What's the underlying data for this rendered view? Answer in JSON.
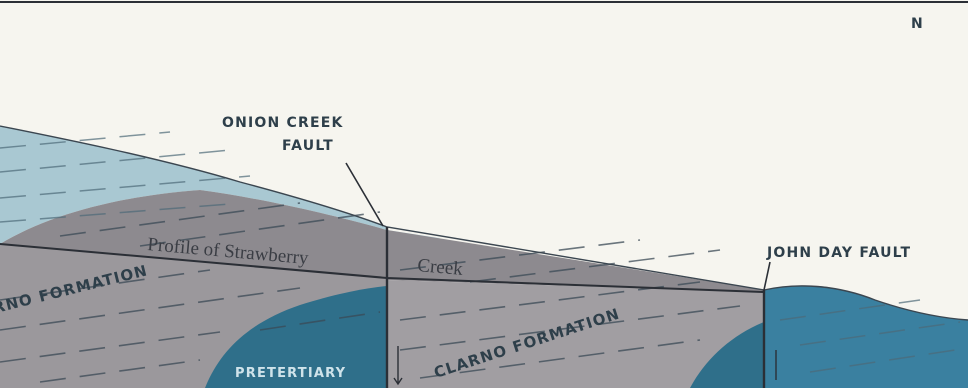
{
  "compass": "N",
  "labels": {
    "onion_creek_fault_line1": "ONION CREEK",
    "onion_creek_fault_line2": "FAULT",
    "john_day_fault": "JOHN DAY FAULT",
    "profile_part1": "Profile of Strawberry",
    "profile_part2": "Creek",
    "clarno_left": "CLARNO FORMATION",
    "clarno_right": "CLARNO FORMATION",
    "pretertiary": "PRETERTIARY"
  },
  "colors": {
    "background": "#f6f5ef",
    "upper_light_blue": "#a9c8d2",
    "upper_light_blue_pale": "#c7dde3",
    "gray_upper": "#8d8a8f",
    "gray_mid": "#9b989c",
    "gray_right_block": "#a19ea2",
    "pretertiary_blue": "#2f6f8a",
    "right_block_blue": "#3a80a0",
    "line": "#2b2f36"
  }
}
